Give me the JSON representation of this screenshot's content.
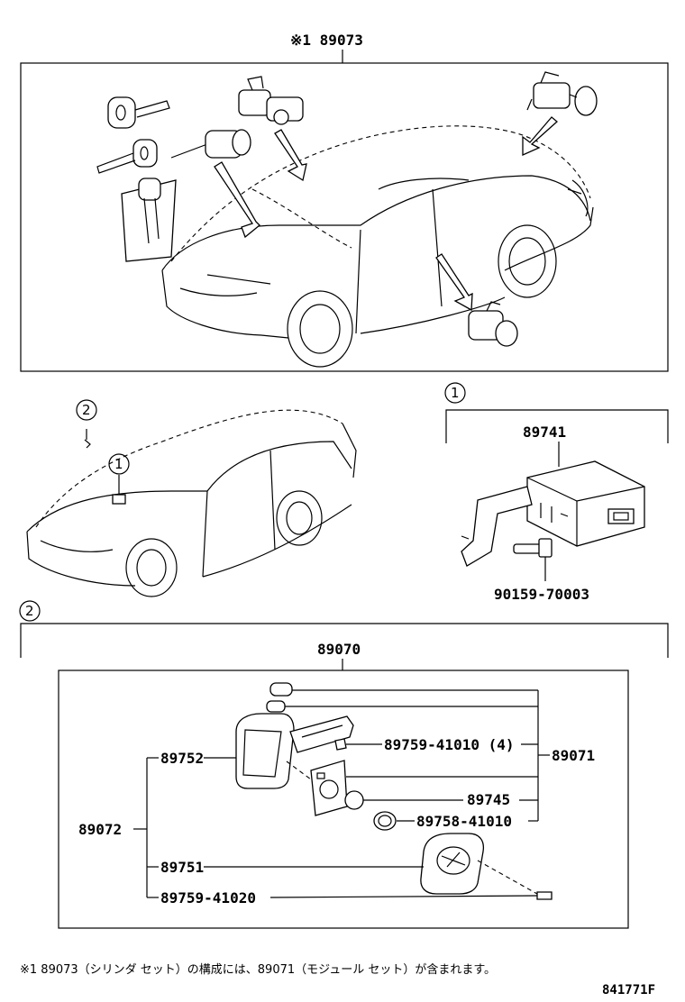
{
  "labels": {
    "top_assembly": "※1 89073",
    "module_box": "89741",
    "bolt": "90159-70003",
    "lower_assembly": "89070",
    "key_parent": "89072",
    "key_head": "89752",
    "key_plate": "89751",
    "screw_small": "89759-41010 (4)",
    "module_set": "89071",
    "grommet": "89745",
    "cover": "89758-41010",
    "screw_bottom": "89759-41020",
    "ref_code": "841771F"
  },
  "callouts": {
    "one": "1",
    "two": "2"
  },
  "footnote": "※1 89073（シリンダ セット）の構成には、89071（モジュール セット）が含まれます。",
  "icons": [
    "key-icon",
    "car-outline-icon",
    "door-lock-cylinder-icon",
    "ecu-module-icon",
    "bolt-icon",
    "key-fob-icon"
  ]
}
